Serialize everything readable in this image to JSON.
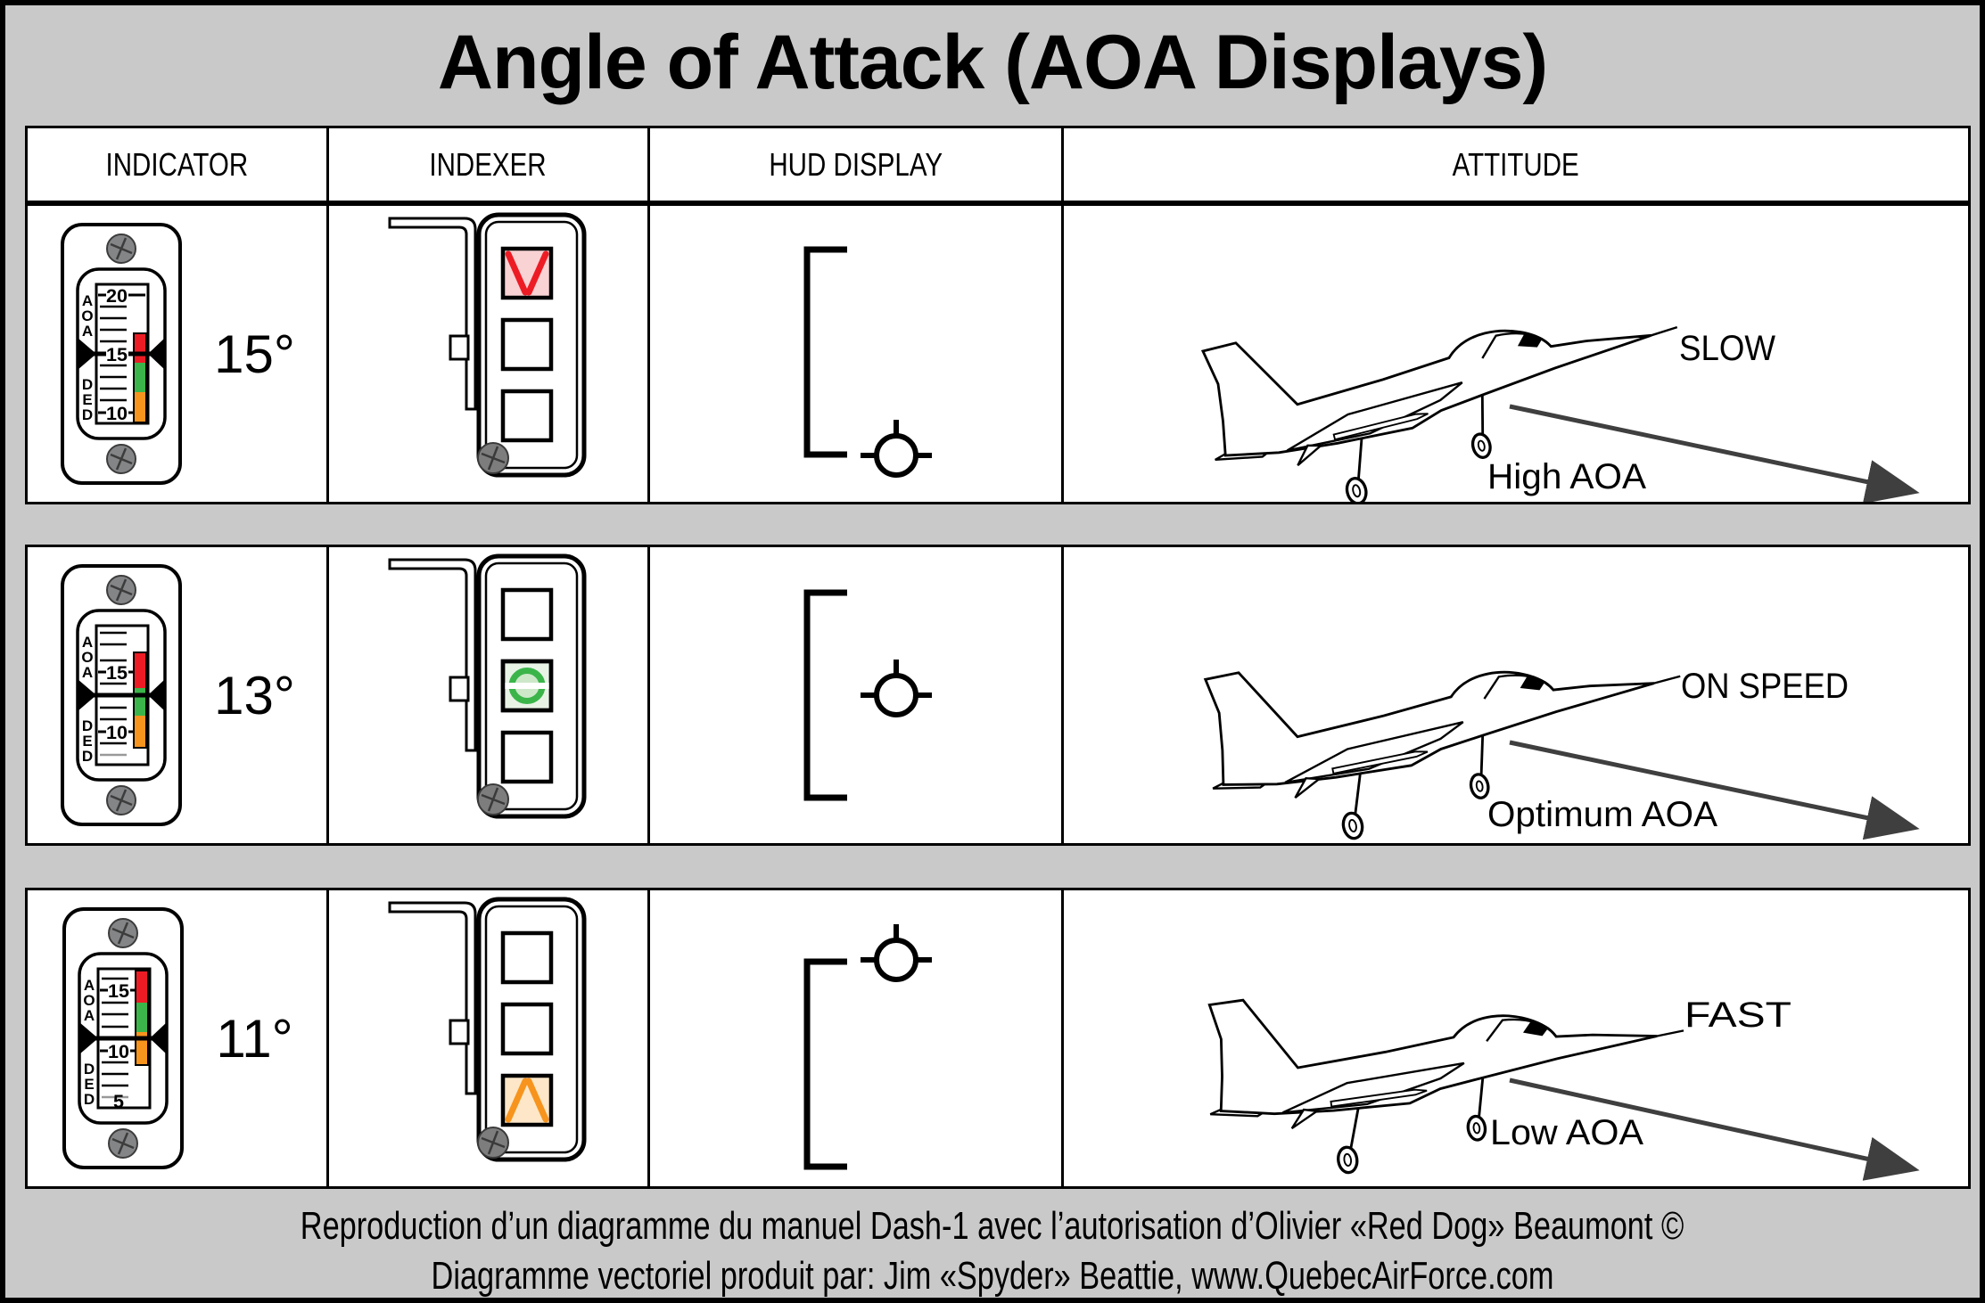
{
  "title": "Angle of Attack (AOA Displays)",
  "columns": {
    "c0": "INDICATOR",
    "c1": "INDEXER",
    "c2": "HUD DISPLAY",
    "c3": "ATTITUDE"
  },
  "colors": {
    "red": "#ED1C24",
    "green": "#3BB54A",
    "orange": "#F7941D",
    "lit_red_bg": "#F9D2D4",
    "lit_green_bg": "#E8F3E6",
    "lit_green_inner": "#CDE8C9",
    "lit_orange_bg": "#FDE7C8",
    "background_gray": "#C9C9C9",
    "arrow_gray": "#3F3F3F",
    "screw_gray": "#848587"
  },
  "rows": [
    {
      "aoa_degrees": "15°",
      "indicator": {
        "side_top": [
          "A",
          "O",
          "A"
        ],
        "side_bottom": [
          "D",
          "E",
          "D"
        ],
        "scale_labels": [
          "20",
          "15",
          "10"
        ],
        "pointer_value": "15"
      },
      "indexer": {
        "lit_position": "top",
        "lit_symbol": "chevron-down-slow",
        "lit_color": "red"
      },
      "hud": {
        "fpm_position": "bottom-of-bracket"
      },
      "attitude": {
        "speed_label": "SLOW",
        "aoa_label": "High AOA"
      }
    },
    {
      "aoa_degrees": "13°",
      "indicator": {
        "side_top": [
          "A",
          "O",
          "A"
        ],
        "side_bottom": [
          "D",
          "E",
          "D"
        ],
        "scale_labels": [
          "15",
          "10"
        ],
        "pointer_value": "13"
      },
      "indexer": {
        "lit_position": "middle",
        "lit_symbol": "donut-on-speed",
        "lit_color": "green"
      },
      "hud": {
        "fpm_position": "middle-of-bracket"
      },
      "attitude": {
        "speed_label": "ON SPEED",
        "aoa_label": "Optimum AOA"
      }
    },
    {
      "aoa_degrees": "11°",
      "indicator": {
        "side_top": [
          "A",
          "O",
          "A"
        ],
        "side_bottom": [
          "D",
          "E",
          "D"
        ],
        "scale_labels": [
          "15",
          "10",
          "5"
        ],
        "pointer_value": "11"
      },
      "indexer": {
        "lit_position": "bottom",
        "lit_symbol": "chevron-up-fast",
        "lit_color": "orange"
      },
      "hud": {
        "fpm_position": "above-bracket"
      },
      "attitude": {
        "speed_label": "FAST",
        "aoa_label": "Low AOA"
      }
    }
  ],
  "footer": {
    "line1": "Reproduction d’un diagramme du manuel Dash-1 avec l’autorisation d’Olivier «Red Dog» Beaumont ©",
    "line2": "Diagramme vectoriel produit par: Jim «Spyder» Beattie, www.QuebecAirForce.com"
  }
}
